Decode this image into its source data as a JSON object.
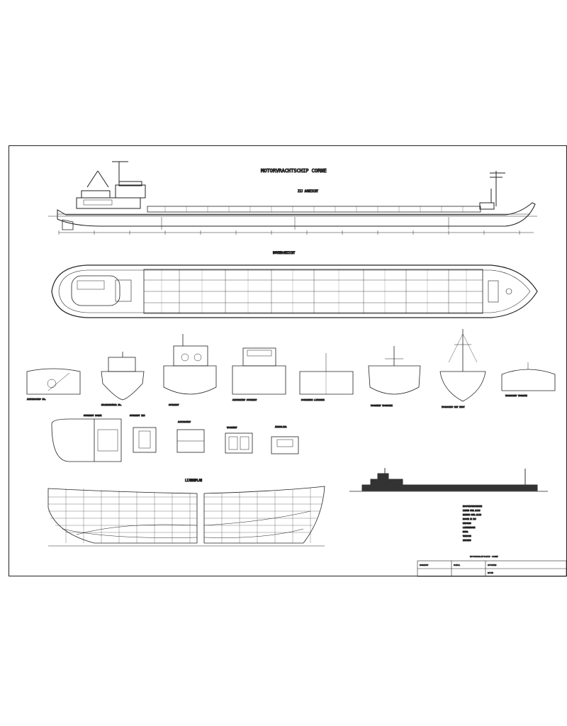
{
  "sheet": {
    "title": "MOTORVRACHTSCHIP CORNE",
    "profile_label": "ZIJ AANZICHT",
    "plan_label": "BOVENAANZICHT",
    "lines_label": "LIJNENPLAN"
  },
  "sections": [
    "ACHTERSCHIP NR.",
    "MACHINEKAMER NR.",
    "STUURHUT",
    "ACHTERKANT STUURHUT",
    "DOORSNEDE LAADRUIM",
    "VOORKANT VOORPIEK",
    "VOORSCHIP MET MAST",
    "VOORSCHIP VOORAAN"
  ],
  "details": [
    "STUURHUT BOVEN",
    "STUURHUT ZIJ",
    "ACHTERKANT",
    "VOORKANT",
    "ANKERLIER"
  ],
  "specs": {
    "heading": "HOOFDAFMETINGEN",
    "rows": [
      "LENGTE OVER ALLES",
      "BREEDTE OVER ALLES",
      "HOOGTE IN ZIJ",
      "DIEPGANG",
      "LAADVERMOGEN",
      "MOTOR",
      "VERMOGEN",
      "SNELHEID"
    ]
  },
  "title_block": {
    "caption": "MOTORVRACHTSCHIP CORNE",
    "cells": [
      "BOUWWERF",
      "SCHAAL",
      "GETEKEND",
      "DATUM"
    ]
  },
  "colors": {
    "ink": "#222222",
    "paper": "#ffffff",
    "hull_fill": "#333333"
  }
}
